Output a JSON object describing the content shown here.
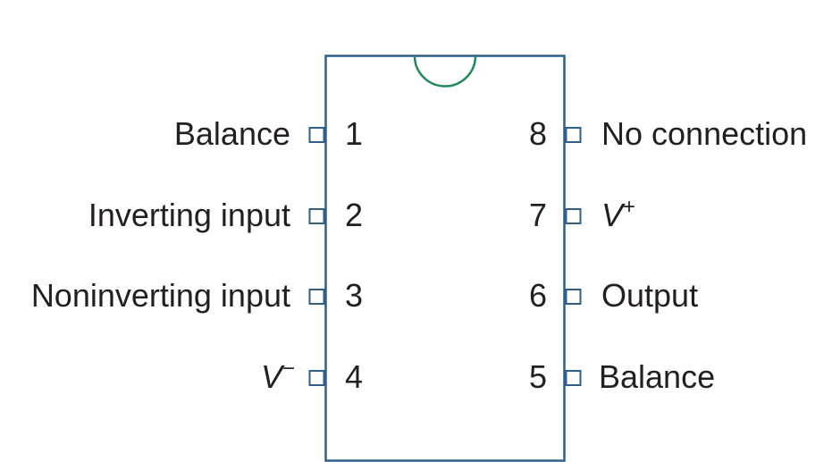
{
  "chip": {
    "outline_color": "#2f5f8a",
    "notch_color": "#1f8a5b",
    "text_color": "#231f20"
  },
  "pins_left": [
    {
      "number": "1",
      "label": "Balance"
    },
    {
      "number": "2",
      "label": "Inverting input"
    },
    {
      "number": "3",
      "label": "Noninverting input"
    },
    {
      "number": "4",
      "label": "V",
      "superscript": "−"
    }
  ],
  "pins_right": [
    {
      "number": "8",
      "label": "No connection"
    },
    {
      "number": "7",
      "label": "V",
      "superscript": "+"
    },
    {
      "number": "6",
      "label": "Output"
    },
    {
      "number": "5",
      "label": "Balance"
    }
  ]
}
